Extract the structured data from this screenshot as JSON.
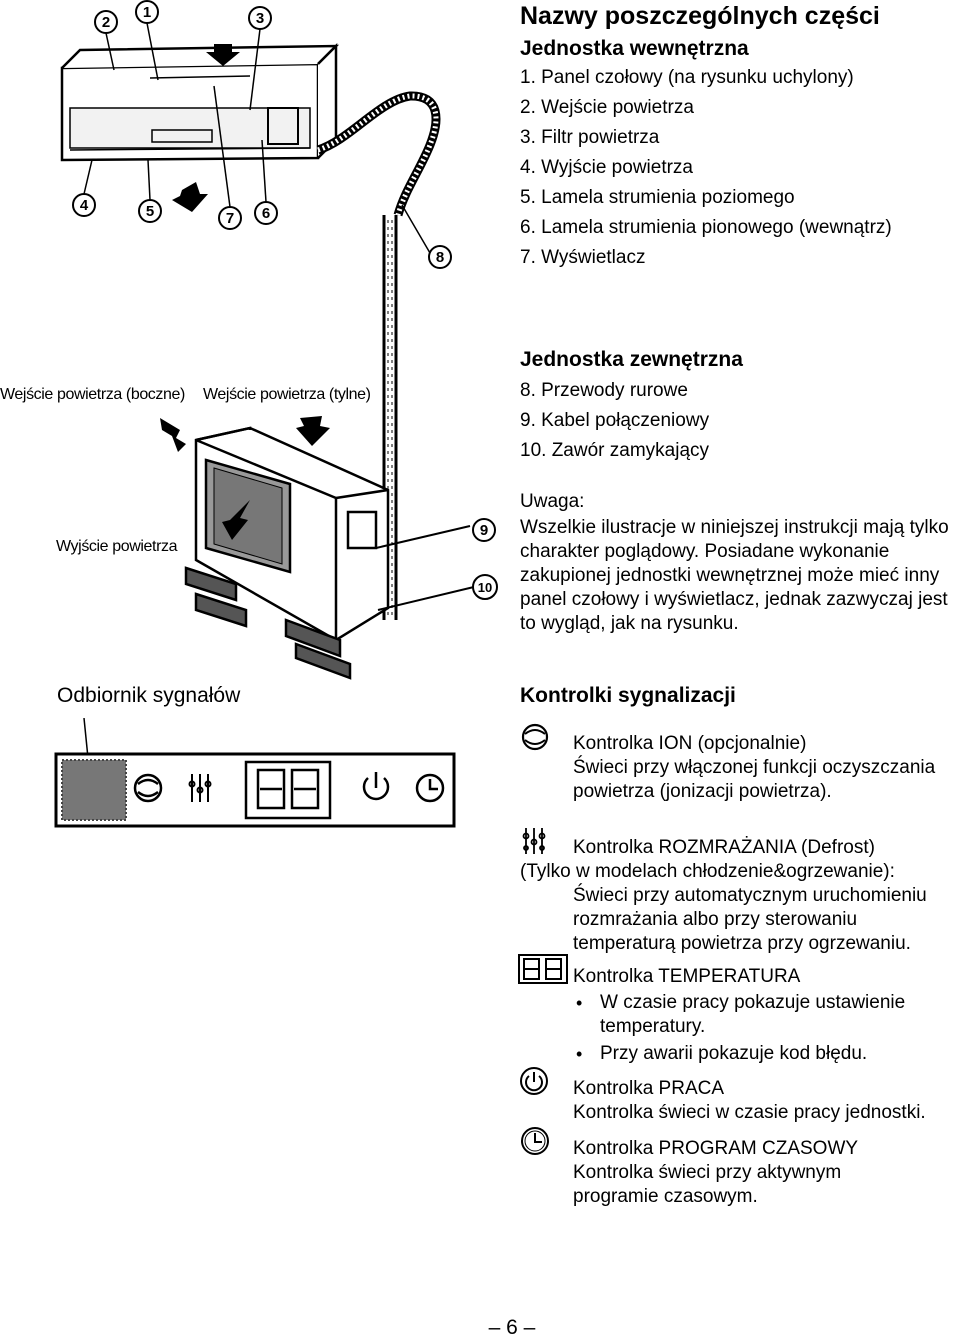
{
  "title": "Nazwy poszczególnych części",
  "indoor": {
    "heading": "Jednostka wewnętrzna",
    "items": [
      "1.  Panel czołowy (na rysunku uchylony)",
      "2.  Wejście powietrza",
      "3.  Filtr powietrza",
      "4.  Wyjście powietrza",
      "5.  Lamela strumienia poziomego",
      "6.  Lamela strumienia pionowego (wewnątrz)",
      "7.  Wyświetlacz"
    ]
  },
  "outdoor": {
    "heading": "Jednostka zewnętrzna",
    "items": [
      "8.  Przewody rurowe",
      "9.  Kabel połączeniowy",
      "10. Zawór zamykający"
    ]
  },
  "note": {
    "label": "Uwaga:",
    "text": "Wszelkie ilustracje w niniejszej instrukcji mają tylko charakter poglądowy. Posiadane wykonanie zakupionej jednostki wewnętrznej może mieć inny panel czołowy i wyświetlacz, jednak zazwyczaj jest to wygląd, jak na rysunku."
  },
  "diagram": {
    "numbers": [
      "1",
      "2",
      "3",
      "4",
      "5",
      "6",
      "7",
      "8",
      "9",
      "10"
    ],
    "label_inlet_side": "Wejście powietrza (boczne)",
    "label_inlet_back": "Wejście powietrza (tylne)",
    "label_outlet": "Wyjście powietrza",
    "label_receiver": "Odbiornik sygnałów"
  },
  "indicators": {
    "heading": "Kontrolki sygnalizacji",
    "ion": {
      "icon": "ion-icon",
      "title": "Kontrolka ION (opcjonalnie)",
      "desc": "Świeci przy włączonej funkcji oczyszczania powietrza (jonizacji powietrza)."
    },
    "defrost": {
      "icon": "defrost-icon",
      "title": "Kontrolka ROZMRAŻANIA (Defrost)",
      "subtitle": "(Tylko w modelach chłodzenie&ogrzewanie):",
      "desc": "Świeci przy automatycznym uruchomieniu rozmrażania albo przy sterowaniu temperaturą powietrza przy ogrzewaniu."
    },
    "temperature": {
      "icon": "seven-segment-icon",
      "title": "Kontrolka TEMPERATURA",
      "bullets": [
        "W czasie pracy pokazuje ustawienie temperatury.",
        "Przy awarii pokazuje kod błędu."
      ]
    },
    "power": {
      "icon": "power-icon",
      "title": "Kontrolka PRACA",
      "desc": "Kontrolka świeci w czasie pracy jednostki."
    },
    "timer": {
      "icon": "clock-icon",
      "title": "Kontrolka PROGRAM CZASOWY",
      "desc": "Kontrolka świeci przy aktywnym programie czasowym."
    }
  },
  "page_number": "– 6 –"
}
